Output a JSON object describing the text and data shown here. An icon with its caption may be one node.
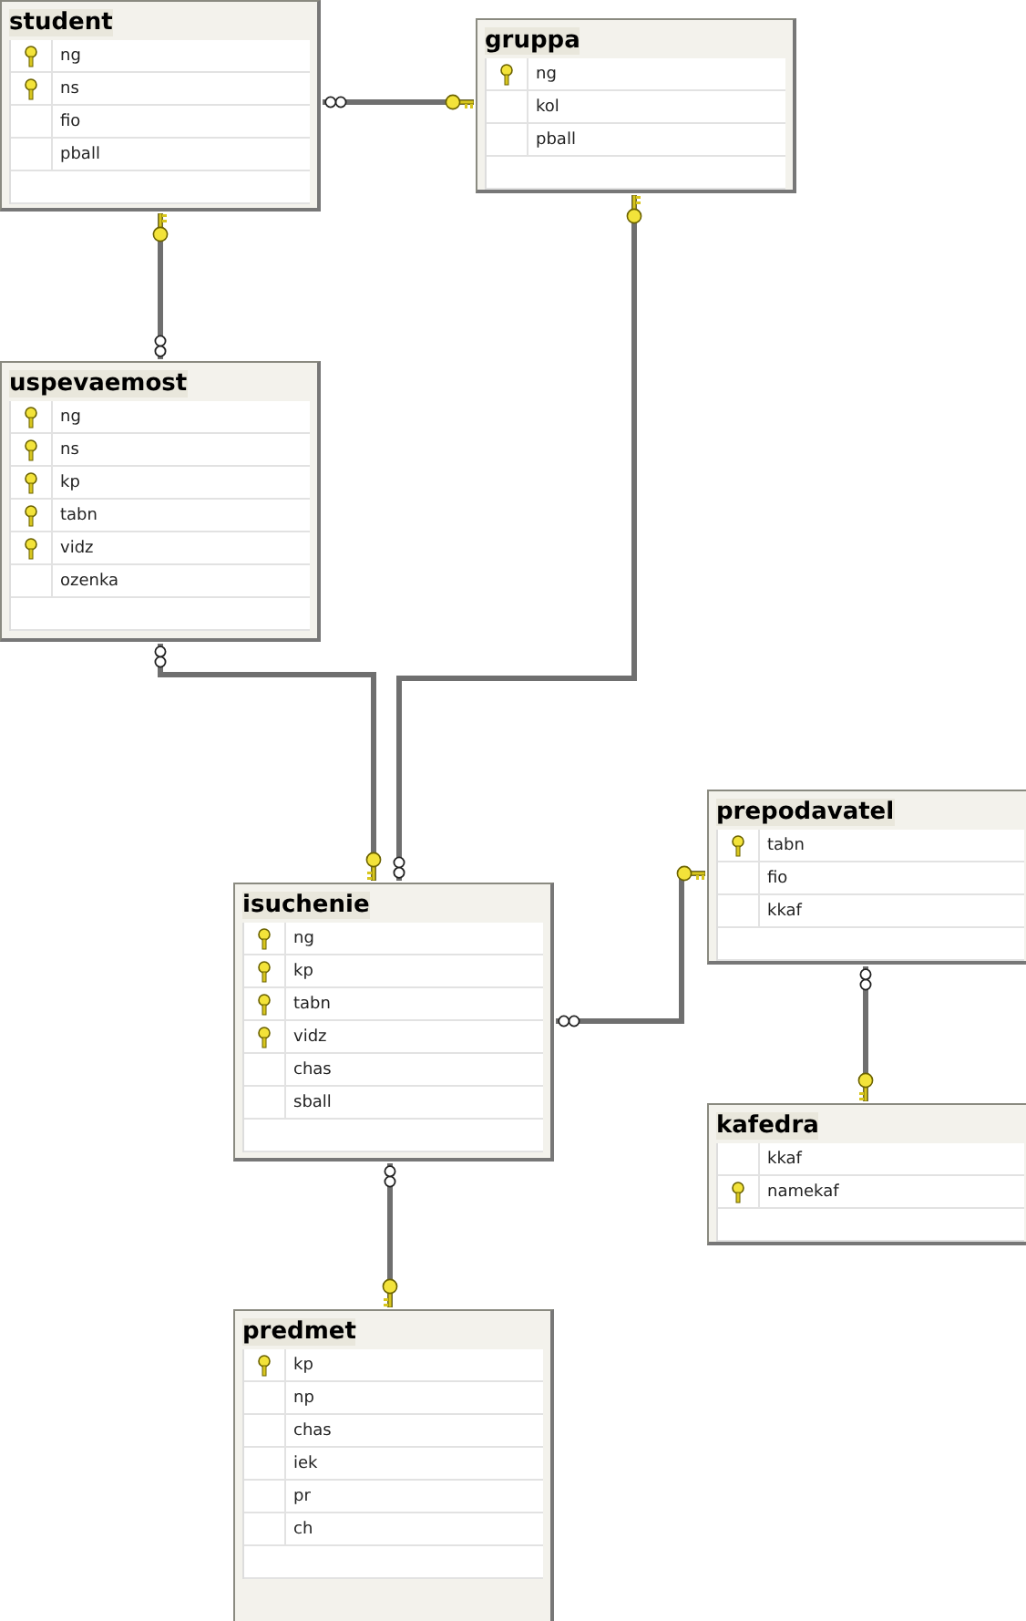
{
  "diagram": {
    "nodes": [
      {
        "text": [
          "student",
          "ng",
          "ns",
          "fio",
          "pball"
        ]
      },
      {
        "text": [
          "gruppa",
          "ng",
          "kol",
          "pball"
        ]
      },
      {
        "text": [
          "uspevaemost",
          "ng",
          "ns",
          "kp",
          "tabn",
          "vidz",
          "ozenka"
        ]
      },
      {
        "text": [
          "prepodavatel",
          "tabn",
          "fio",
          "kkaf"
        ]
      },
      {
        "text": [
          "isuchenie",
          "ng",
          "kp",
          "tabn",
          "vidz",
          "chas",
          "sball"
        ]
      },
      {
        "text": [
          "kafedra",
          "kkaf",
          "namekaf"
        ]
      },
      {
        "text": [
          "predmet",
          "kp",
          "np",
          "chas",
          "iek",
          "pr",
          "ch"
        ]
      }
    ],
    "edges": [
      {
        "from": 1,
        "to": 0,
        "arrow": "other"
      },
      {
        "from": 0,
        "to": 2,
        "arrow": "other"
      },
      {
        "from": 1,
        "to": 4,
        "arrow": "other"
      },
      {
        "from": 4,
        "to": 2,
        "arrow": "other"
      },
      {
        "from": 3,
        "to": 4,
        "arrow": "other"
      },
      {
        "from": 5,
        "to": 3,
        "arrow": "other"
      },
      {
        "from": 6,
        "to": 4,
        "arrow": "other"
      }
    ]
  }
}
